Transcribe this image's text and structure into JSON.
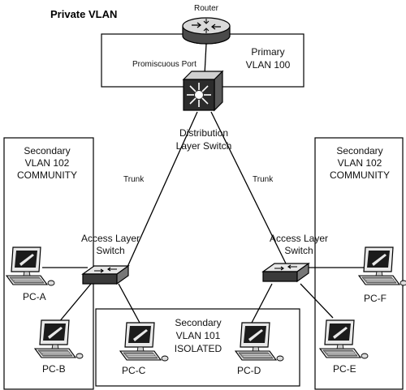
{
  "title": "Private VLAN",
  "router": {
    "label": "Router"
  },
  "primary_vlan": {
    "line1": "Primary",
    "line2": "VLAN 100"
  },
  "promiscuous_port": "Promiscuous Port",
  "distribution_switch": {
    "line1": "Distribution",
    "line2": "Layer Switch"
  },
  "trunk_left": "Trunk",
  "trunk_right": "Trunk",
  "left_secondary": {
    "line1": "Secondary",
    "line2": "VLAN 102",
    "line3": "COMMUNITY"
  },
  "right_secondary": {
    "line1": "Secondary",
    "line2": "VLAN 102",
    "line3": "COMMUNITY"
  },
  "left_access_switch": {
    "line1": "Access Layer",
    "line2": "Switch"
  },
  "right_access_switch": {
    "line1": "Access Layer",
    "line2": "Switch"
  },
  "isolated_vlan": {
    "line1": "Secondary",
    "line2": "VLAN 101",
    "line3": "ISOLATED"
  },
  "pcs": {
    "a": "PC-A",
    "b": "PC-B",
    "c": "PC-C",
    "d": "PC-D",
    "e": "PC-E",
    "f": "PC-F"
  }
}
